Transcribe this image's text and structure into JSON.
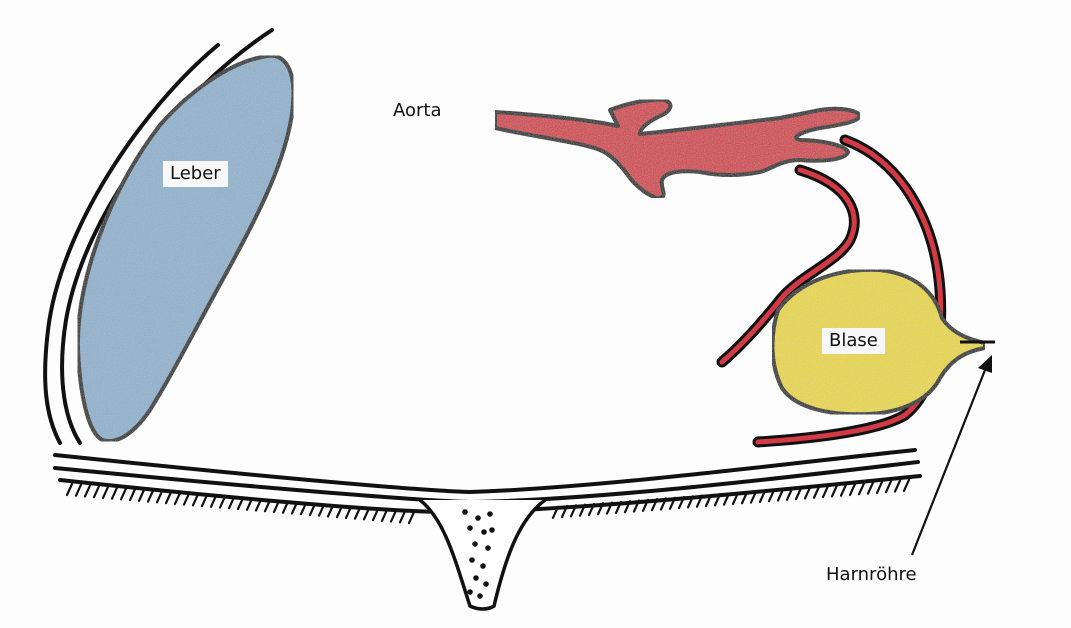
{
  "labels": {
    "leber": "Leber",
    "blase": "Blase",
    "aorta": "Aorta",
    "harnroehre": "Harnröhre"
  },
  "colors": {
    "liver": "#8fb3cf",
    "bladder": "#ecd93a",
    "artery": "#d23a45",
    "outline": "#111111"
  }
}
